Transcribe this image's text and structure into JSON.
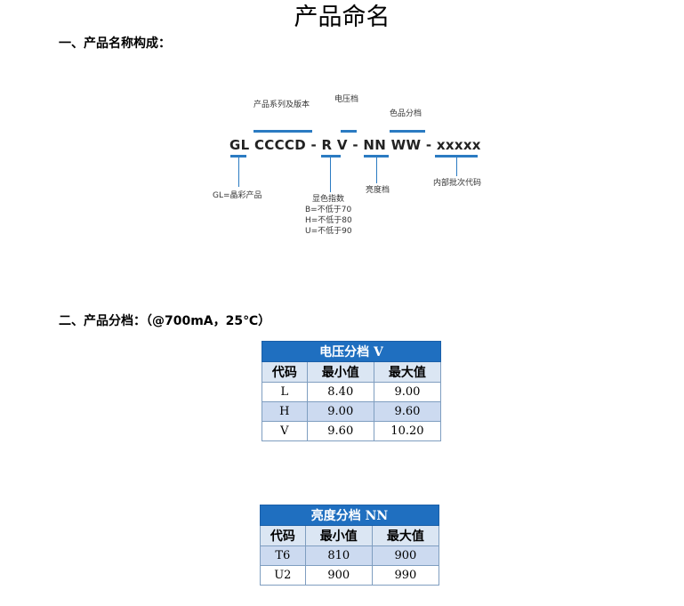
{
  "title": "产品命名",
  "section1": {
    "heading": "一、产品名称构成："
  },
  "diagram": {
    "code": "GL CCCCD - R V - NN WW - xxxxx",
    "labels": {
      "series": "产品系列及版本",
      "voltage": "电压档",
      "color_bin": "色品分档",
      "gl": "GL=晶彩产品",
      "cri": "显色指数",
      "cri_b": "B=不低于70",
      "cri_h": "H=不低于80",
      "cri_u": "U=不低于90",
      "brightness": "亮度档",
      "batch": "内部批次代码"
    },
    "accent_color": "#2b7bc2"
  },
  "section2": {
    "heading": "二、产品分档：（@700mA，25℃）"
  },
  "table_voltage": {
    "caption": "电压分档 V",
    "headers": [
      "代码",
      "最小值",
      "最大值"
    ],
    "rows": [
      [
        "L",
        "8.40",
        "9.00"
      ],
      [
        "H",
        "9.00",
        "9.60"
      ],
      [
        "V",
        "9.60",
        "10.20"
      ]
    ]
  },
  "table_brightness": {
    "caption": "亮度分档 NN",
    "headers": [
      "代码",
      "最小值",
      "最大值"
    ],
    "rows": [
      [
        "T6",
        "810",
        "900"
      ],
      [
        "U2",
        "900",
        "990"
      ]
    ]
  },
  "colors": {
    "table_header": "#1f6fc0",
    "row_alt": "#ccdaf0"
  }
}
